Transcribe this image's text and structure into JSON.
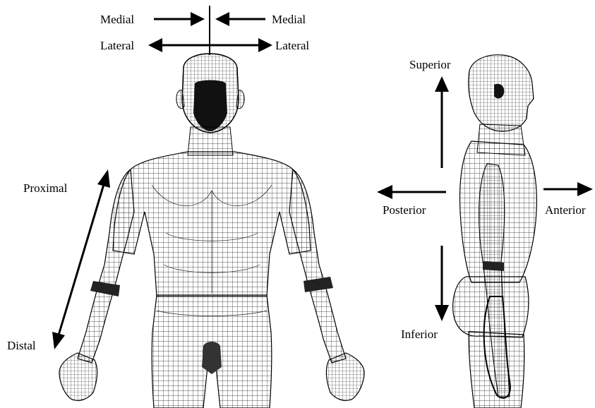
{
  "labels": {
    "medial_left": "Medial",
    "medial_right": "Medial",
    "lateral_left": "Lateral",
    "lateral_right": "Lateral",
    "proximal": "Proximal",
    "distal": "Distal",
    "superior": "Superior",
    "posterior": "Posterior",
    "anterior": "Anterior",
    "inferior": "Inferior"
  }
}
